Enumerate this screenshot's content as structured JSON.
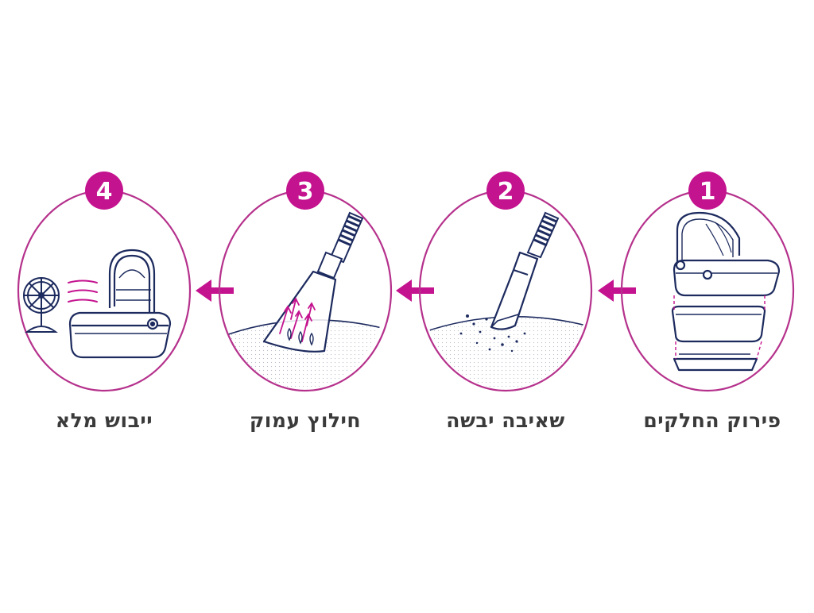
{
  "colors": {
    "accent": "#c4138f",
    "ink": "#1c2a5e",
    "label": "#3a3a3a",
    "ring": "#b5318c"
  },
  "steps": [
    {
      "number": "1",
      "label": "פירוק החלקים",
      "icon": "disassembled-bassinet-icon"
    },
    {
      "number": "2",
      "label": "שאיבה יבשה",
      "icon": "dry-vacuum-nozzle-icon"
    },
    {
      "number": "3",
      "label": "חילוץ עמוק",
      "icon": "deep-extraction-nozzle-icon"
    },
    {
      "number": "4",
      "label": "ייבוש מלא",
      "icon": "fan-drying-bassinet-icon"
    }
  ],
  "flow_direction": "right-to-left",
  "connector_icon": "arrow-left-icon"
}
